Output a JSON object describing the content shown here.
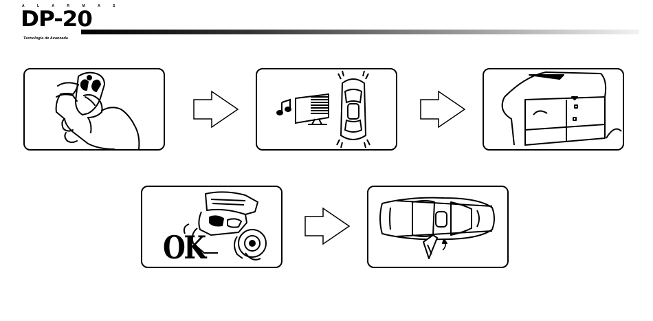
{
  "header": {
    "brand_top": "A L A R M A S",
    "brand_logo": "DP-20",
    "brand_tagline": "Tecnología de Avanzada"
  },
  "steps": {
    "step5_label": "OK"
  },
  "icons": {
    "remote": "remote-control-icon",
    "music": "music-note-icon",
    "siren": "siren-icon",
    "car_lights": "car-flashing-lights-icon",
    "door_lock": "door-lock-icon",
    "engine": "engine-icon",
    "open_door": "car-door-open-icon",
    "arrow": "right-arrow-icon"
  },
  "colors": {
    "ink": "#000000",
    "background": "#ffffff"
  }
}
